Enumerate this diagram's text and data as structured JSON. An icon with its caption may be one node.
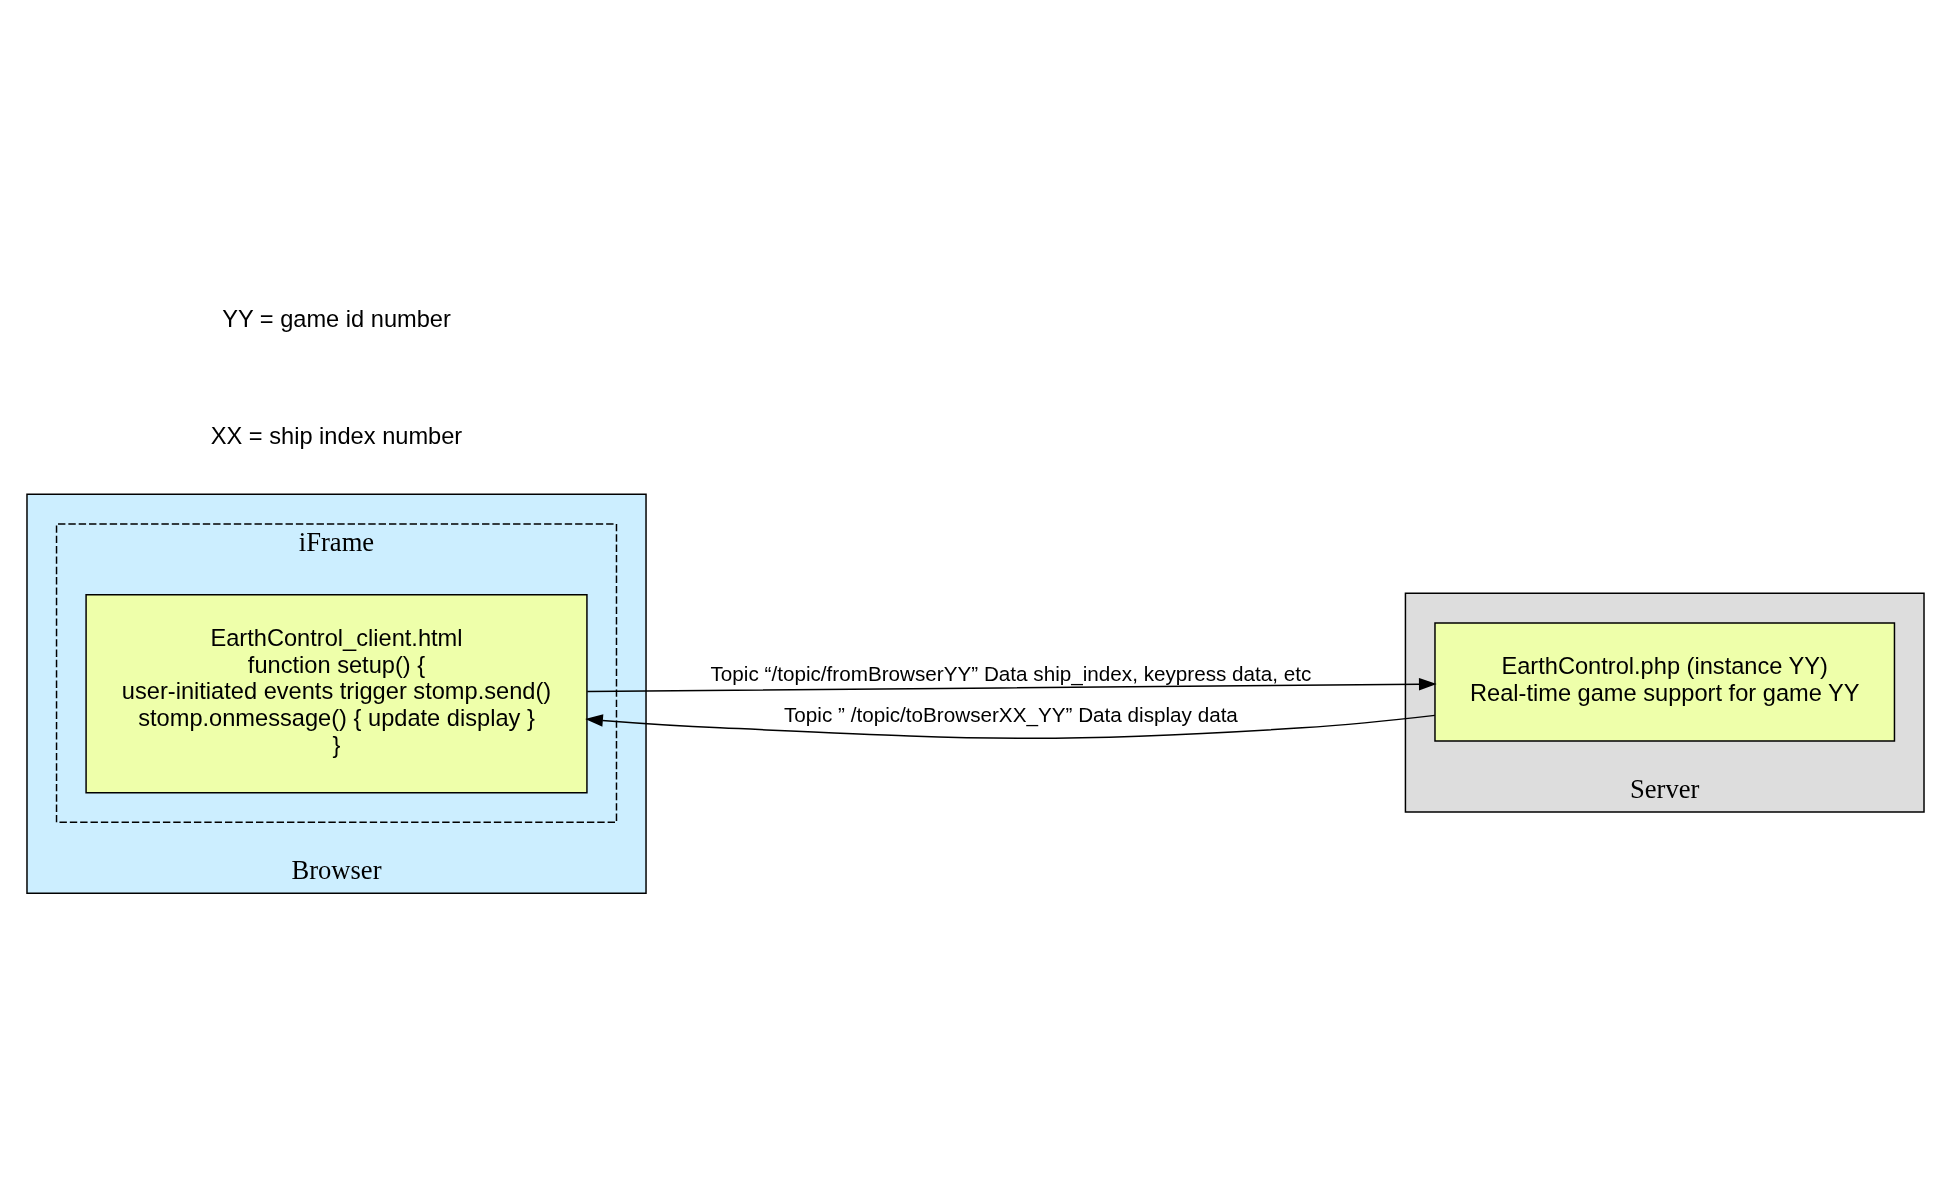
{
  "diagram": {
    "nodes": [
      {
        "text": [
          "Browser"
        ]
      },
      {
        "text": [
          "iFrame"
        ],
        "in": 0
      },
      {
        "text": [
          "EarthControl_client.html",
          "function setup() {",
          "user-initiated events trigger stomp.send()",
          "stomp.onmessage() { update display }",
          "}"
        ],
        "in": 1
      },
      {
        "text": [
          "Server"
        ]
      },
      {
        "text": [
          "EarthControl.php (instance YY)",
          "Real-time game support for game YY"
        ],
        "in": 3
      }
    ],
    "edges": [
      {
        "from": 2,
        "to": 4,
        "arrow": "to",
        "label": "Topic “/topic/fromBrowserYY” Data ship_index, keypress data, etc"
      },
      {
        "from": 4,
        "to": 2,
        "arrow": "to",
        "label": "Topic ” /topic/toBrowserXX_YY” Data display data"
      }
    ],
    "labels": [
      "XX = ship index number",
      "YY = game id number"
    ]
  }
}
